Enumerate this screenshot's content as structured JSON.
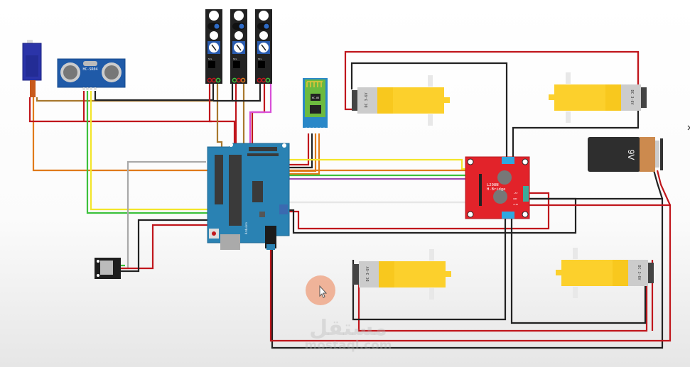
{
  "diagram": {
    "title": "Arduino robot car wiring diagram",
    "components": {
      "servo": {
        "name": "Servo motor"
      },
      "ultrasonic": {
        "label": "HC-SR04"
      },
      "ir_sensors": [
        {
          "label": "SCL"
        },
        {
          "label": "SCL"
        },
        {
          "label": "SCL"
        }
      ],
      "bluetooth": {
        "name": "HC-05 Bluetooth module",
        "chip_label": "HC-05"
      },
      "arduino": {
        "name": "Arduino Uno with sensor shield",
        "board_label": "Arduino"
      },
      "motor_driver": {
        "line1": "L298N",
        "line2": "H-Bridge",
        "pin_5v": "+5V",
        "pin_gnd": "GND",
        "pin_12v": "+12V"
      },
      "battery": {
        "label": "9V"
      },
      "motors": [
        {
          "position": "top-left",
          "label": "DC 3-6V"
        },
        {
          "position": "top-right",
          "label": "DC 3-6V"
        },
        {
          "position": "bottom-left",
          "label": "DC 3-6V"
        },
        {
          "position": "bottom-right",
          "label": "DC 3-6V"
        }
      ],
      "ir_receiver": {
        "name": "IR receiver module"
      }
    },
    "wire_colors": {
      "red": "#c0161c",
      "black": "#222222",
      "orange": "#e07a1a",
      "yellow": "#f3e52a",
      "green": "#3cc13c",
      "purple": "#9b4bb0",
      "gray": "#a9a9a9",
      "white": "#e6e6e6",
      "brown": "#a8782e",
      "magenta": "#d84fd8"
    }
  },
  "watermark": {
    "arabic": "مستقل",
    "latin": "mostaql.com"
  }
}
